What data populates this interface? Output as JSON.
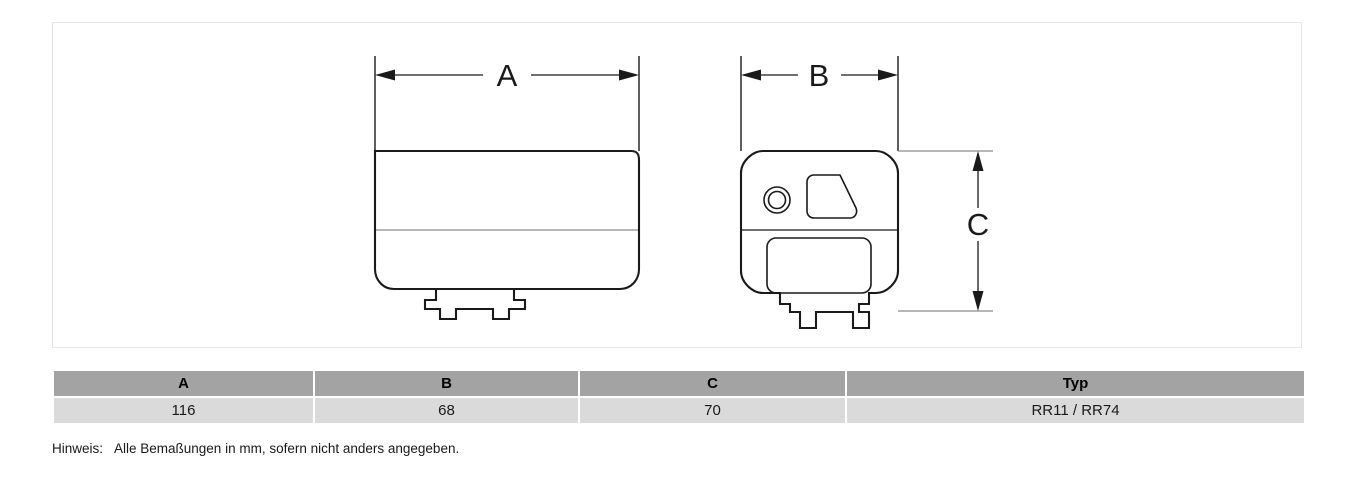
{
  "drawing": {
    "frame_border_color": "#e6e6e6",
    "line_color": "#1a1a1a",
    "split_line_color": "#8c8c8c",
    "dimension_labels": {
      "width_front": "A",
      "width_side": "B",
      "height_side": "C"
    },
    "views": {
      "front_view_name": "front-view",
      "side_view_name": "side-view"
    }
  },
  "table": {
    "headers": [
      "A",
      "B",
      "C",
      "Typ"
    ],
    "rows": [
      [
        "116",
        "68",
        "70",
        "RR11 / RR74"
      ]
    ],
    "header_bg": "#a3a3a3",
    "row_bg": "#dadada"
  },
  "note": {
    "label": "Hinweis:",
    "text": "Alle Bemaßungen in mm, sofern nicht anders angegeben."
  }
}
